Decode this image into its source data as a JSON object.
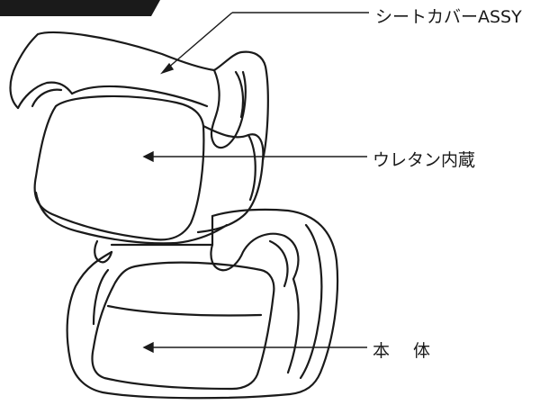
{
  "header": {
    "text": ""
  },
  "labels": {
    "seat_cover": "シートカバーASSY",
    "urethane": "ウレタン内蔵",
    "body_char1": "本",
    "body_char2": "体"
  },
  "colors": {
    "line": "#1a1a1a",
    "header_bg": "#1a1a1a",
    "background": "#ffffff"
  }
}
